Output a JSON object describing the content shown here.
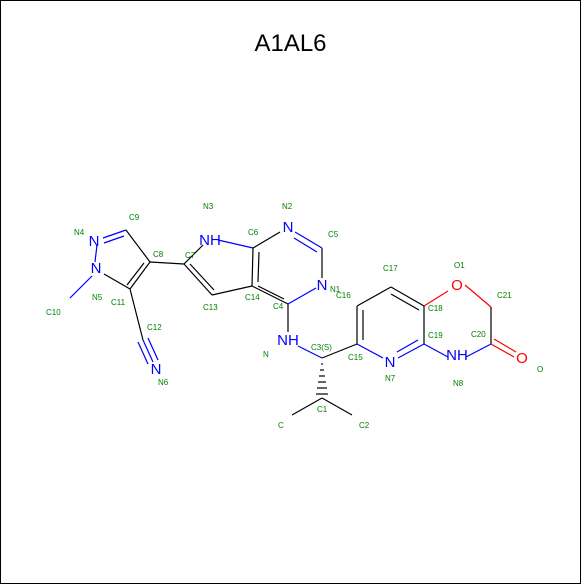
{
  "title": "A1AL6",
  "colors": {
    "bond": "#000000",
    "nitrogen": "#0000ff",
    "oxygen": "#ff0000",
    "atom_label": "#008000"
  },
  "elements": {
    "N4": "N",
    "N5": "N",
    "N6": "N",
    "N3": "NH",
    "N2": "N",
    "N1": "N",
    "N_amine": "NH",
    "N7": "N",
    "N8": "NH",
    "O1": "O",
    "O2": "O"
  },
  "atom_labels": {
    "N4": "N4",
    "N5": "N5",
    "C9": "C9",
    "C8": "C8",
    "C10": "C10",
    "C11": "C11",
    "C12": "C12",
    "N6": "N6",
    "N3": "N3",
    "C7": "C7",
    "C6": "C6",
    "N2": "N2",
    "C5": "C5",
    "N1": "N1",
    "C4": "C4",
    "C14": "C14",
    "C13": "C13",
    "N_amine": "N",
    "C3": "C3(S)",
    "C1": "C1",
    "C": "C",
    "C2": "C2",
    "C15": "C15",
    "C16": "C16",
    "C17": "C17",
    "N7": "N7",
    "C18": "C18",
    "C19": "C19",
    "O1": "O1",
    "C21": "C21",
    "C20": "C20",
    "N8": "N8",
    "O2": "O"
  }
}
